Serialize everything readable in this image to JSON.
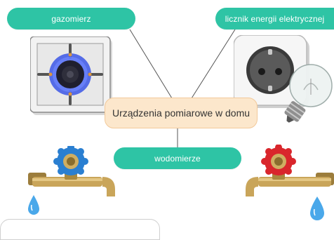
{
  "mindmap": {
    "central_topic": "Urządzenia pomiarowe w domu",
    "branches": [
      {
        "id": "gas",
        "label": "gazomierz",
        "illustration": "gas-stove-burner"
      },
      {
        "id": "elec",
        "label": "licznik energii elektrycznej",
        "illustration": "power-socket-and-light-bulb"
      },
      {
        "id": "water",
        "label": "wodomierze",
        "illustration": "water-taps-blue-and-red"
      }
    ]
  },
  "colors": {
    "branch_node": "#2ec4a5",
    "branch_text": "#ffffff",
    "central_fill": "#fce7cc",
    "central_border": "#f2c99a",
    "connector": "#555555",
    "cold_valve": "#2a7fd1",
    "hot_valve": "#d9262c",
    "gas_flame": "#3b56e6",
    "water_drop": "#4aa8ea"
  }
}
